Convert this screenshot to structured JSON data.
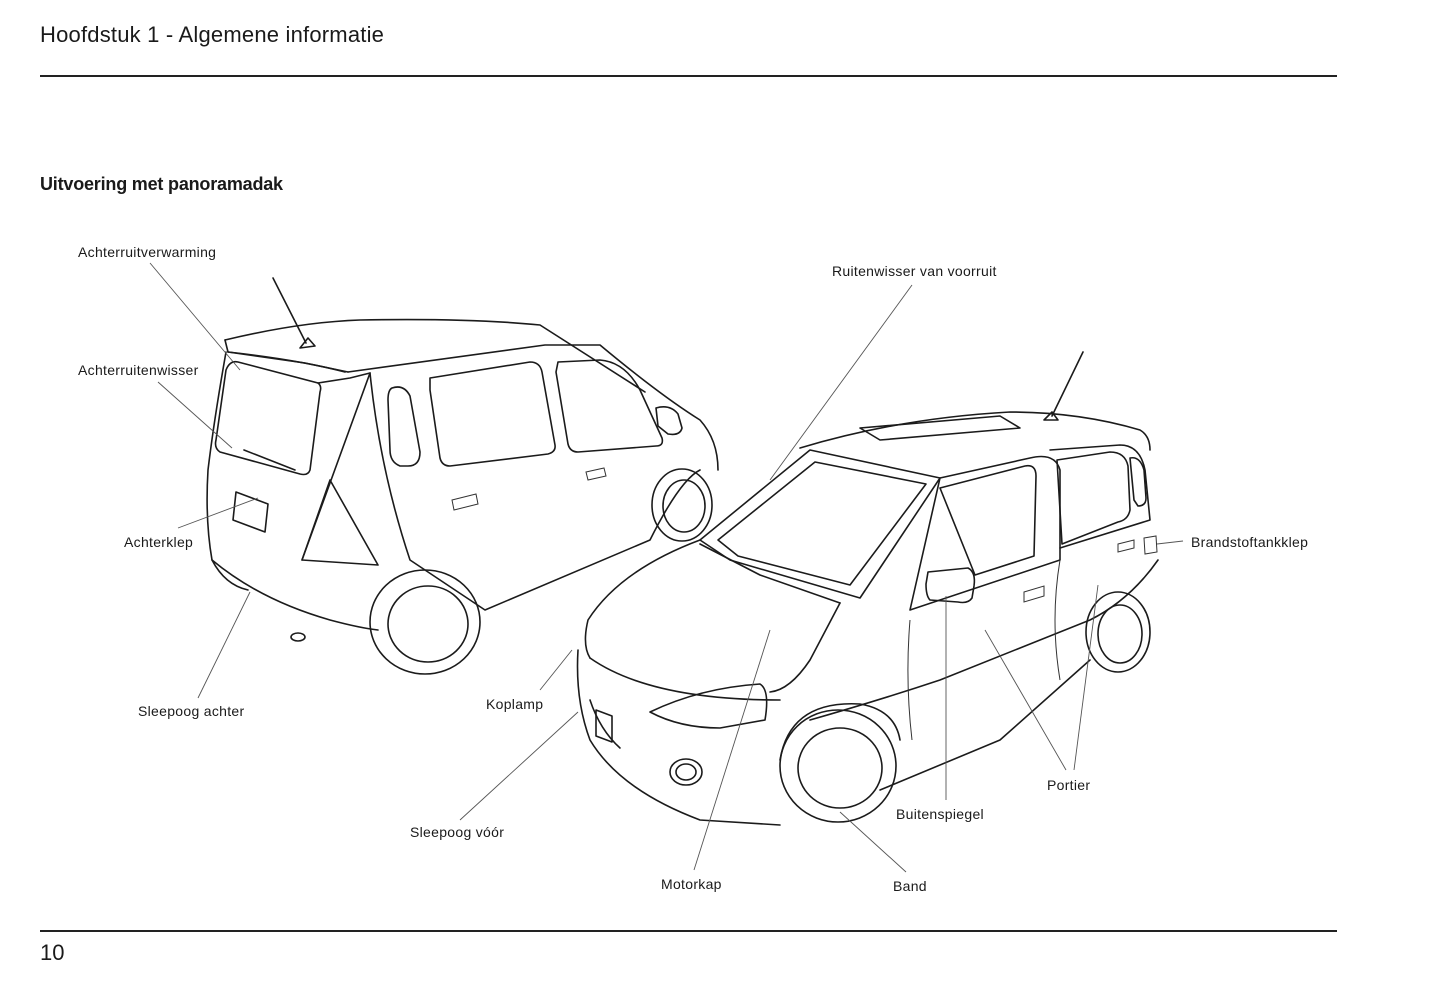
{
  "header": {
    "title": "Hoofdstuk 1 - Algemene informatie"
  },
  "section": {
    "title": "Uitvoering met panoramadak"
  },
  "figure": {
    "labels": {
      "achterruitverwarming": "Achterruitverwarming",
      "achterruitenwisser": "Achterruitenwisser",
      "achterklep": "Achterklep",
      "sleepoog_achter": "Sleepoog achter",
      "ruitenwisser_voorruit": "Ruitenwisser van voorruit",
      "brandstoftankklep": "Brandstoftankklep",
      "koplamp": "Koplamp",
      "sleepoog_voor": "Sleepoog vóór",
      "motorkap": "Motorkap",
      "band": "Band",
      "buitenspiegel": "Buitenspiegel",
      "portier": "Portier"
    }
  },
  "footer": {
    "page_number": "10"
  }
}
